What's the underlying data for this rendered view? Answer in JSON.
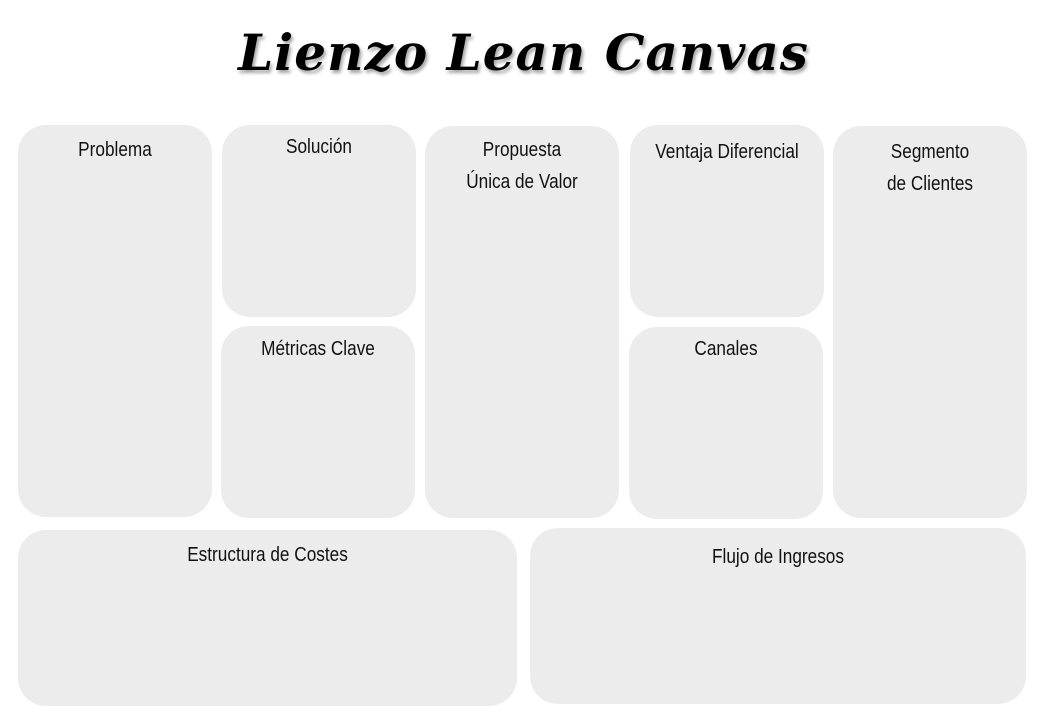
{
  "title": "Lienzo Lean Canvas",
  "blocks": {
    "problema": "Problema",
    "solucion": "Solución",
    "metricas_clave": "Métricas Clave",
    "propuesta_line1": "Propuesta",
    "propuesta_line2": "Única de Valor",
    "ventaja_diferencial": "Ventaja Diferencial",
    "canales": "Canales",
    "segmento_line1": "Segmento",
    "segmento_line2": "de Clientes",
    "estructura_costes": "Estructura de Costes",
    "flujo_ingresos": "Flujo de Ingresos"
  },
  "colors": {
    "box_fill": "#ececec",
    "text": "#111111",
    "background": "#ffffff"
  }
}
